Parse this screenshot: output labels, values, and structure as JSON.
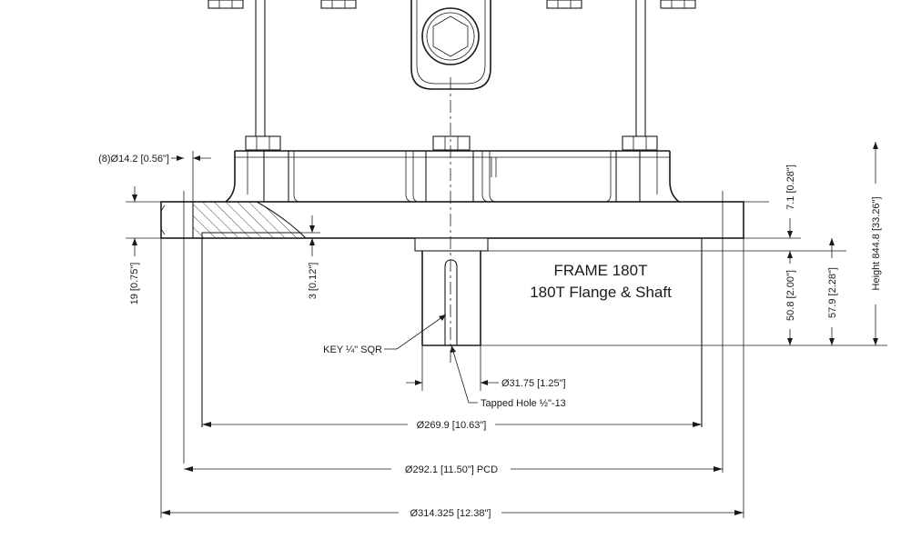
{
  "title": {
    "frame": "FRAME 180T",
    "subtitle": "180T Flange & Shaft"
  },
  "dimensions": {
    "bolt_holes": "(8)Ø14.2 [0.56\"]",
    "flange_thickness": "19 [0.75\"]",
    "recess_depth": "3 [0.12\"]",
    "pilot_height": "7.1 [0.28\"]",
    "key_length": "50.8 [2.00\"]",
    "shaft_length": "57.9 [2.28\"]",
    "overall_height": "Height 844.8 [33.26\"]",
    "key": "KEY ¼\" SQR",
    "shaft_diameter": "Ø31.75 [1.25\"]",
    "tapped_hole": "Tapped Hole ½\"-13",
    "pilot_diameter": "Ø269.9 [10.63\"]",
    "pcd": "Ø292.1 [11.50\"] PCD",
    "flange_diameter": "Ø314.325 [12.38\"]"
  }
}
